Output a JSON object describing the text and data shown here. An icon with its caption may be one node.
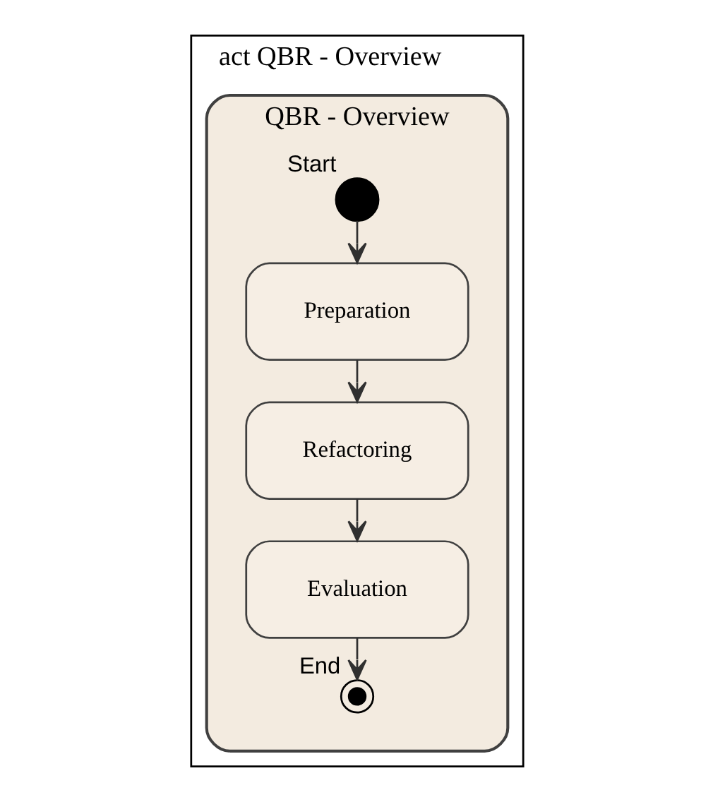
{
  "diagram": {
    "nodes": [
      {
        "text": [
          "act QBR - Overview"
        ]
      },
      {
        "text": [
          "QBR - Overview"
        ],
        "in": 0
      },
      {
        "text": [],
        "shape": "circle",
        "beside": [
          "Start"
        ],
        "in": 1
      },
      {
        "text": [
          "Preparation"
        ],
        "in": 1
      },
      {
        "text": [
          "Refactoring"
        ],
        "in": 1
      },
      {
        "text": [
          "Evaluation"
        ],
        "in": 1
      },
      {
        "text": [],
        "shape": "bullseye",
        "beside": [
          "End"
        ],
        "in": 1
      }
    ],
    "edges": [
      {
        "from": 2,
        "to": 3,
        "arrow": "to"
      },
      {
        "from": 3,
        "to": 4,
        "arrow": "to"
      },
      {
        "from": 4,
        "to": 5,
        "arrow": "to"
      },
      {
        "from": 5,
        "to": 6,
        "arrow": "to"
      }
    ]
  }
}
